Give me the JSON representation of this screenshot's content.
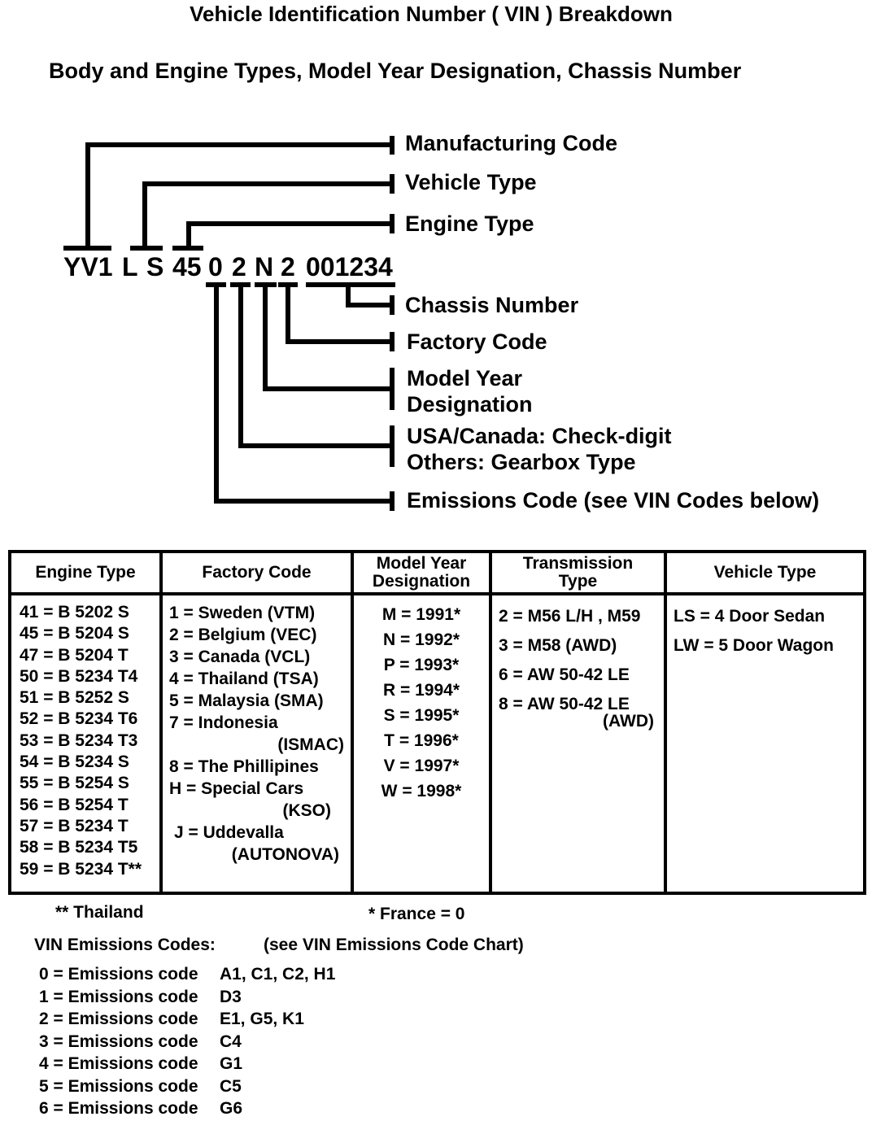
{
  "title": "Vehicle  Identification Number ( VIN ) Breakdown",
  "subtitle": "Body and Engine Types, Model Year Designation, Chassis Number",
  "vin": {
    "chars": [
      "YV1",
      "L",
      "S",
      "45",
      "0",
      "2",
      "N",
      "2",
      "001234"
    ],
    "callouts": {
      "manufacturing_code": "Manufacturing Code",
      "vehicle_type": "Vehicle Type",
      "engine_type": "Engine Type",
      "chassis_number": "Chassis Number",
      "factory_code": "Factory Code",
      "model_year_1": "Model Year",
      "model_year_2": "Designation",
      "check_digit_1": "USA/Canada: Check-digit",
      "check_digit_2": "Others: Gearbox Type",
      "emissions_code": "Emissions Code (see VIN Codes below)"
    }
  },
  "table": {
    "headers": {
      "engine_type": "Engine Type",
      "factory_code": "Factory Code",
      "model_year_1": "Model Year",
      "model_year_2": "Designation",
      "transmission_1": "Transmission",
      "transmission_2": "Type",
      "vehicle_type": "Vehicle Type"
    },
    "engine_types": [
      "41 = B 5202 S",
      "45 = B 5204 S",
      "47 = B 5204 T",
      "50 = B 5234 T4",
      "51 = B 5252 S",
      "52 = B 5234 T6",
      "53 = B 5234 T3",
      "54 = B 5234 S",
      "55 = B 5254 S",
      "56 = B 5254 T",
      "57 = B 5234 T",
      "58 = B 5234 T5",
      "59 = B 5234 T**"
    ],
    "factory_codes": [
      "1 = Sweden (VTM)",
      "2 = Belgium (VEC)",
      "3 = Canada (VCL)",
      "4 = Thailand (TSA)",
      "5 = Malaysia (SMA)",
      "7 = Indonesia",
      "(ISMAC)",
      "8 = The Phillipines",
      "H = Special Cars",
      "(KSO)",
      "J = Uddevalla",
      "(AUTONOVA)"
    ],
    "model_years": [
      "M = 1991*",
      "N = 1992*",
      "P = 1993*",
      "R = 1994*",
      "S = 1995*",
      "T = 1996*",
      "V = 1997*",
      "W = 1998*"
    ],
    "transmissions": [
      "2 = M56 L/H , M59",
      "3 = M58 (AWD)",
      "6 = AW 50-42 LE",
      "8 = AW 50-42 LE",
      "(AWD)"
    ],
    "vehicle_types": [
      "LS = 4 Door Sedan",
      "LW = 5 Door Wagon"
    ]
  },
  "footnotes": {
    "thailand": "** Thailand",
    "france": "* France = 0"
  },
  "emissions": {
    "title": "VIN Emissions Codes:",
    "note": "(see VIN Emissions Code Chart)",
    "rows": [
      {
        "label": "0 = Emissions code",
        "codes": "A1, C1, C2, H1"
      },
      {
        "label": "1 = Emissions code",
        "codes": "D3"
      },
      {
        "label": "2 = Emissions code",
        "codes": "E1, G5, K1"
      },
      {
        "label": "3 = Emissions code",
        "codes": "C4"
      },
      {
        "label": "4 = Emissions code",
        "codes": "G1"
      },
      {
        "label": "5 = Emissions code",
        "codes": "C5"
      },
      {
        "label": "6 = Emissions code",
        "codes": "G6"
      }
    ]
  }
}
